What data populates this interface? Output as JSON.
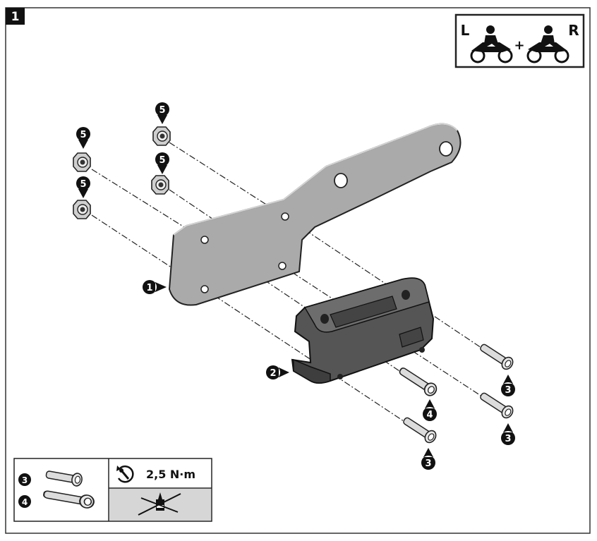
{
  "step": {
    "number": "1"
  },
  "sides": {
    "left_label": "L",
    "plus": "+",
    "right_label": "R"
  },
  "callouts": {
    "bracket": "1",
    "adapter": "2",
    "screw_short": "3",
    "screw_long": "4",
    "nut": "5"
  },
  "legend": {
    "short_screw_number": "3",
    "long_screw_number": "4",
    "torque_value": "2,5 N·m",
    "torque_icon": "torque-wrench-icon",
    "threadlock_icon": "no-threadlocker-icon"
  },
  "colors": {
    "bracket_fill": "#a9a9a9",
    "adapter_fill": "#555555",
    "badge": "#111111",
    "legend_lower_bg": "#d6d6d6"
  }
}
